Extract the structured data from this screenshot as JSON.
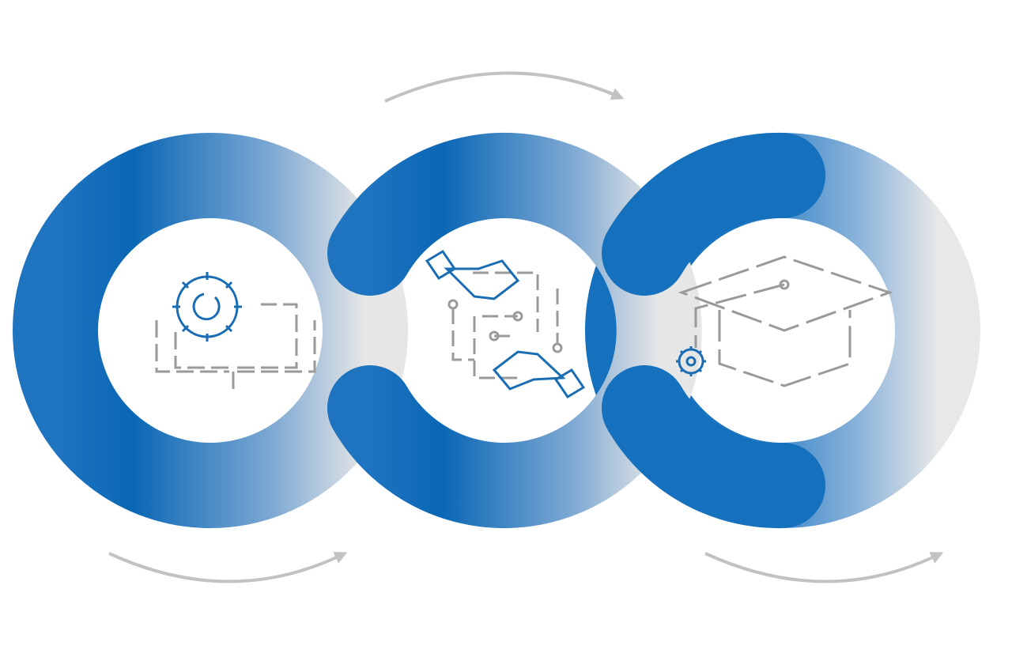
{
  "diagram": {
    "stages": [
      {
        "id": "stage-1",
        "icon": "gear-book-icon"
      },
      {
        "id": "stage-2",
        "icon": "hands-circuit-icon"
      },
      {
        "id": "stage-3",
        "icon": "graduation-cap-gear-icon"
      }
    ],
    "arrows": [
      "arrow-bottom-left",
      "arrow-top",
      "arrow-bottom-right"
    ]
  },
  "colors": {
    "ring_blue": "#0a67b5",
    "ring_fade": "#e6e6e6",
    "icon_blue": "#1a6db3",
    "icon_grey": "#9a9a9a",
    "arrow_grey": "#c2c2c2"
  }
}
